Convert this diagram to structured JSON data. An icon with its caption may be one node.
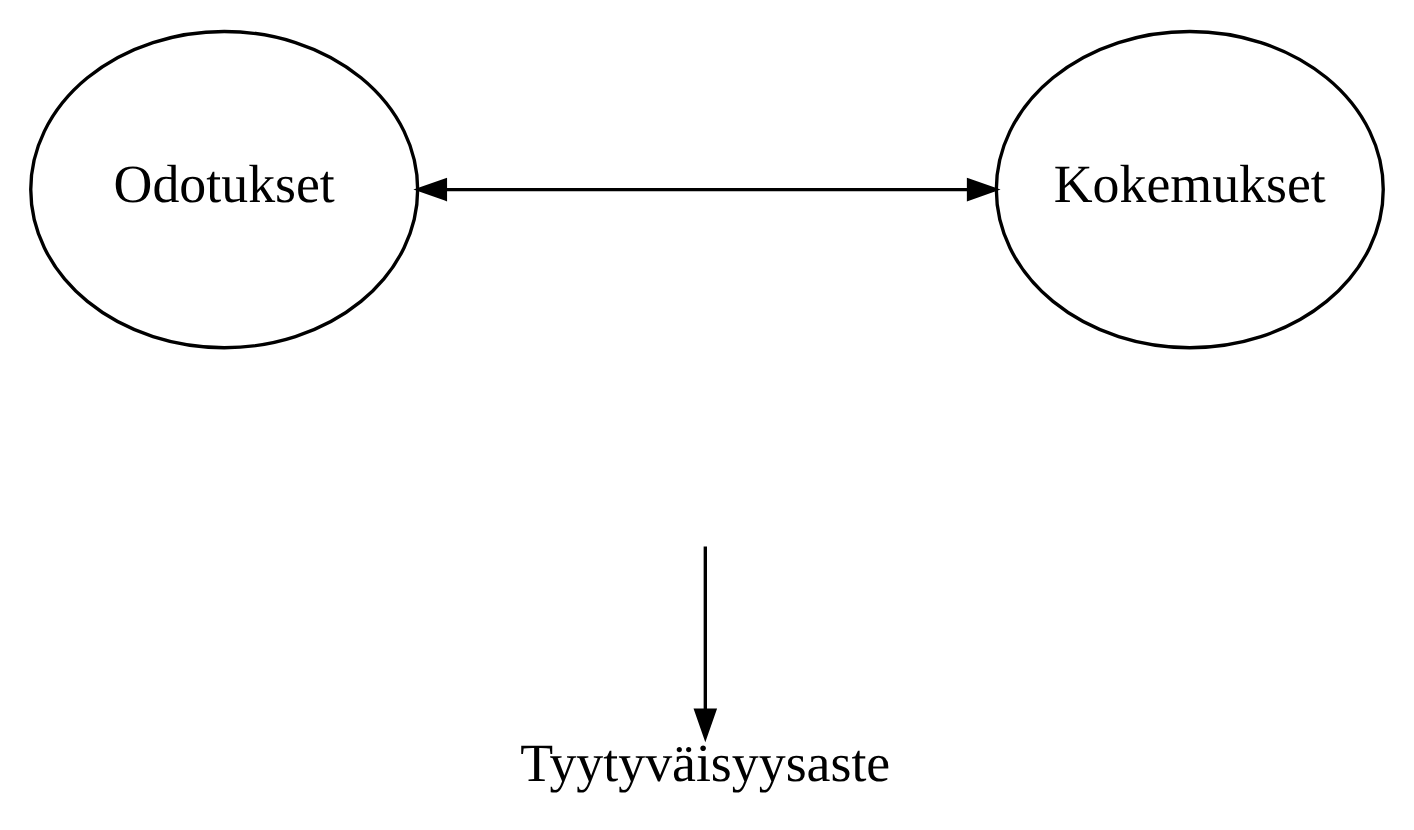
{
  "diagram": {
    "nodes": [
      {
        "text": [
          "Odotukset"
        ]
      },
      {
        "text": [
          "Kokemukset"
        ]
      },
      {
        "text": [
          "Tyytyväisyysaste"
        ]
      }
    ],
    "edges": [
      {
        "from": 0,
        "to": 1,
        "arrow": "both"
      },
      {
        "from": null,
        "to": 2,
        "arrow": "to"
      }
    ]
  }
}
